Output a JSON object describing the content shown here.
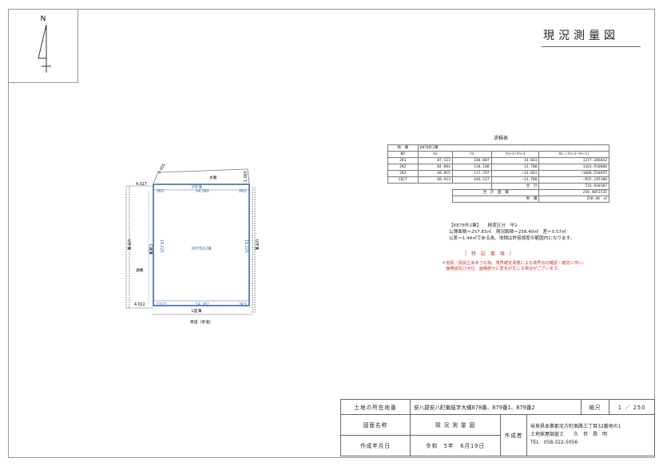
{
  "north": {
    "label": "N"
  },
  "title": "現況測量図",
  "drawing": {
    "parcel_label": "K878外2筆",
    "top_road": "水路",
    "top_boundary": "V字溝",
    "left_label": "通路",
    "left_vertical_label": "C側溝",
    "left_outer_label": "U字溝",
    "right_outer_label": "U字溝",
    "bottom_road": "県道（歩道）",
    "bottom_boundary": "L型溝",
    "points": {
      "k1": "2K1",
      "k2": "2K2",
      "k3": "2K3",
      "c027": "C027"
    },
    "dims": {
      "top": "14.182",
      "bottom": "14.182",
      "left": "18.225",
      "right": "18.225",
      "left_top_offset": "4.027",
      "left_bottom_offset": "4.022",
      "top_left_small": "2.005",
      "top_right_small": "1.003"
    }
  },
  "calc": {
    "caption": "求積表",
    "header_row1": [
      "地　番",
      "K878外2筆"
    ],
    "columns": [
      "NO",
      "Xn",
      "Yn",
      "Yn+1−Yn−1",
      "Xn·(Yn+1−Yn−1)"
    ],
    "rows": [
      [
        "2K1",
        "87.123",
        "104.007",
        "14.661",
        "1277.286042"
      ],
      [
        "2K2",
        "84.884",
        "118.188",
        "13.700",
        "1163.910000"
      ],
      [
        "2K3",
        "68.955",
        "117.707",
        "−14.661",
        "−1006.550955"
      ],
      [
        "C027",
        "68.923",
        "103.527",
        "−13.700",
        "−955.245100"
      ]
    ],
    "sum_label": "合　計",
    "sum_value": "516.810307",
    "double_area_label": "合　計　面　積",
    "double_area_value": "258.4051535",
    "area_label": "地　積",
    "area_value": "258.40　㎡"
  },
  "notes": {
    "heading": "【K878外2筆】　　精度区分　甲2",
    "line1": "公簿面積＝257.83㎡　現況面積＝258.40㎡　差＝0.57㎡",
    "line2": "公差＝1.44㎡である為、地積は許容誤差の範囲内になります。"
  },
  "special": {
    "heading": "［ 特 記 事 項 ］",
    "text1": "＊官民・民民立会未了の為、境界確定測量による境界点の確認・確定に伴い、",
    "text2": "　面積値及び点位、面積部分に変化が生じる場合がございます。"
  },
  "title_block": {
    "location_label": "土地の所在地番",
    "location_value": "安八郡安八町東結字大縄878番、879番1、879番2",
    "scale_label": "縮尺",
    "scale_value": "1 ／ 250",
    "drawing_name_label": "図面名称",
    "drawing_name_value": "現 況 測 量 図",
    "author_label": "作成者",
    "author_address": "岐阜県本巣郡北方町曲路三丁目32番地の1",
    "author_name": "土地家屋調査士　　久　世　昌　明",
    "author_tel": "TEL　058-322-5056",
    "date_label": "作成年月日",
    "date_value": "令和　5年　6月19日"
  }
}
